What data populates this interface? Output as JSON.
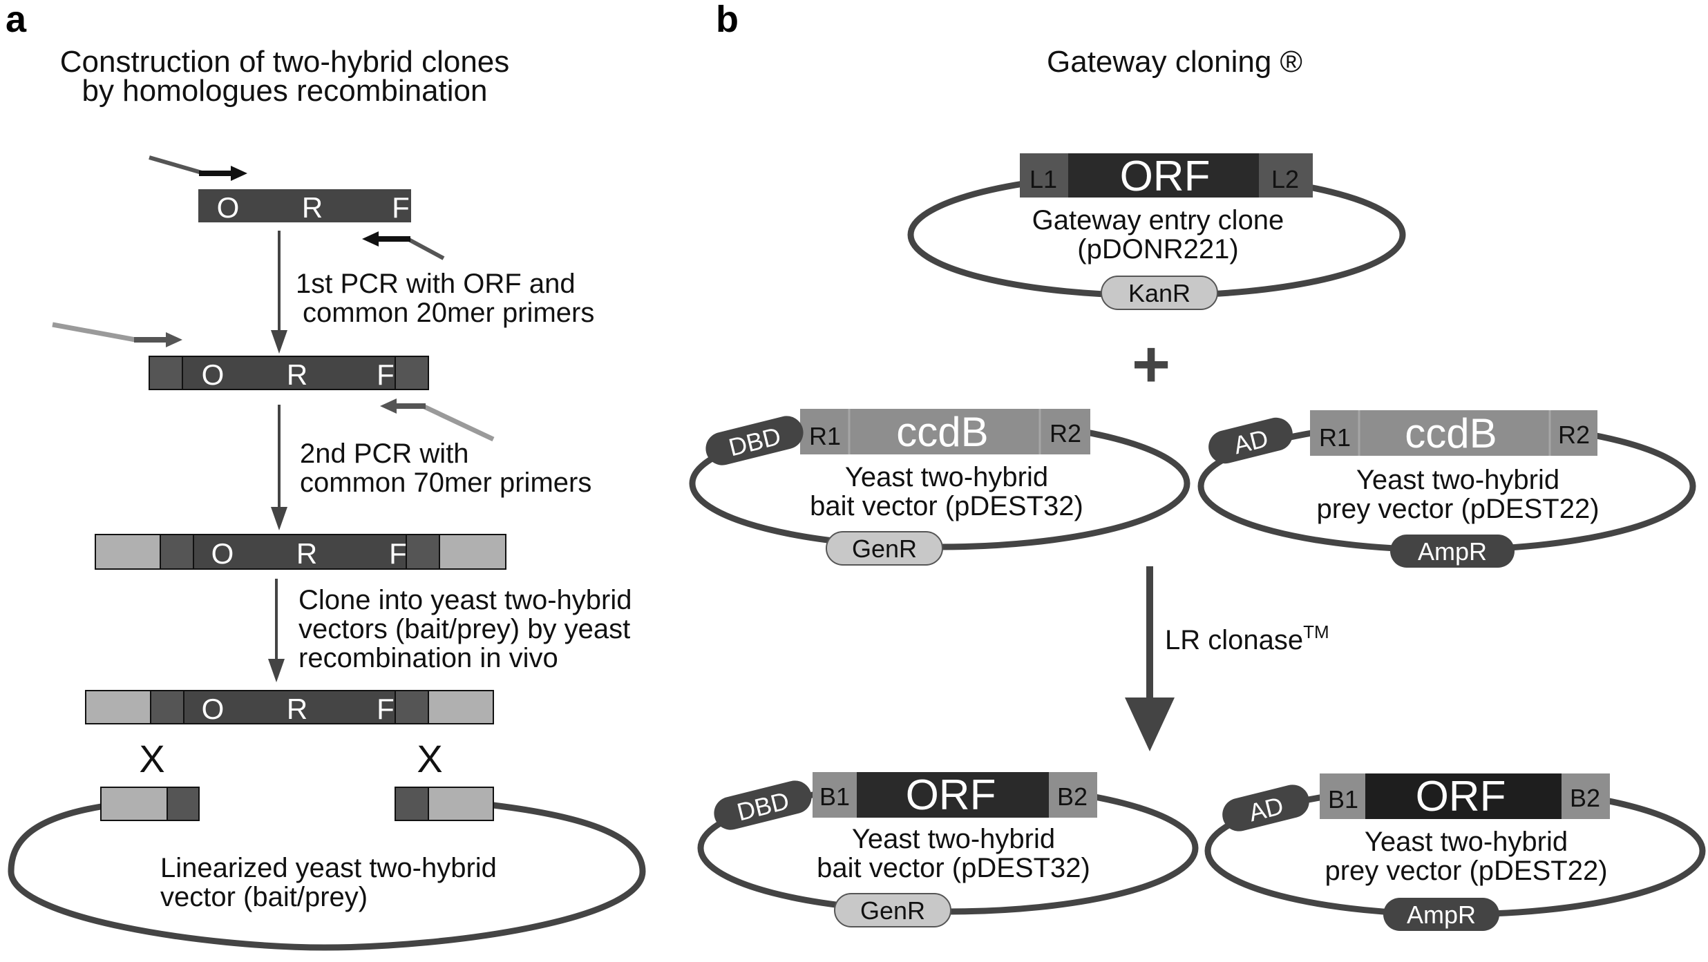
{
  "panel_a": {
    "letter": "a",
    "title_line1": "Construction of two-hybrid clones",
    "title_line2": "by homologues recombination",
    "orf_letters": [
      "O",
      "R",
      "F"
    ],
    "step1_line1": "1st PCR with ORF and",
    "step1_line2": "common 20mer primers",
    "step2_line1": "2nd PCR with",
    "step2_line2": "common 70mer primers",
    "step3_line1": "Clone into yeast two-hybrid",
    "step3_line2": "vectors (bait/prey) by yeast",
    "step3_line3": "recombination in vivo",
    "cross_mark": "X",
    "vector_line1": "Linearized yeast two-hybrid",
    "vector_line2": "vector (bait/prey)"
  },
  "panel_b": {
    "letter": "b",
    "title": "Gateway cloning ®",
    "entry": {
      "left": "L1",
      "center": "ORF",
      "right": "L2",
      "line1": "Gateway entry clone",
      "line2": "(pDONR221)",
      "marker": "KanR"
    },
    "plus": "+",
    "bait_dest": {
      "domain": "DBD",
      "left": "R1",
      "center": "ccdB",
      "right": "R2",
      "line1": "Yeast two-hybrid",
      "line2": "bait vector (pDEST32)",
      "marker": "GenR"
    },
    "prey_dest": {
      "domain": "AD",
      "left": "R1",
      "center": "ccdB",
      "right": "R2",
      "line1": "Yeast two-hybrid",
      "line2": "prey vector (pDEST22)",
      "marker": "AmpR"
    },
    "reaction": "LR clonase",
    "reaction_sup": "TM",
    "bait_expr": {
      "domain": "DBD",
      "left": "B1",
      "center": "ORF",
      "right": "B2",
      "line1": "Yeast two-hybrid",
      "line2": "bait vector (pDEST32)",
      "marker": "GenR"
    },
    "prey_expr": {
      "domain": "AD",
      "left": "B1",
      "center": "ORF",
      "right": "B2",
      "line1": "Yeast two-hybrid",
      "line2": "prey vector (pDEST22)",
      "marker": "AmpR"
    }
  },
  "colors": {
    "orf_dark": "#454545",
    "orf_black": "#2a2a2a",
    "flank_mid": "#555555",
    "flank_light": "#b0b0b0",
    "site_gray": "#8e8e8e",
    "ring": "#444444",
    "pill_light": "#c8c8c8",
    "pill_dark": "#444444"
  }
}
